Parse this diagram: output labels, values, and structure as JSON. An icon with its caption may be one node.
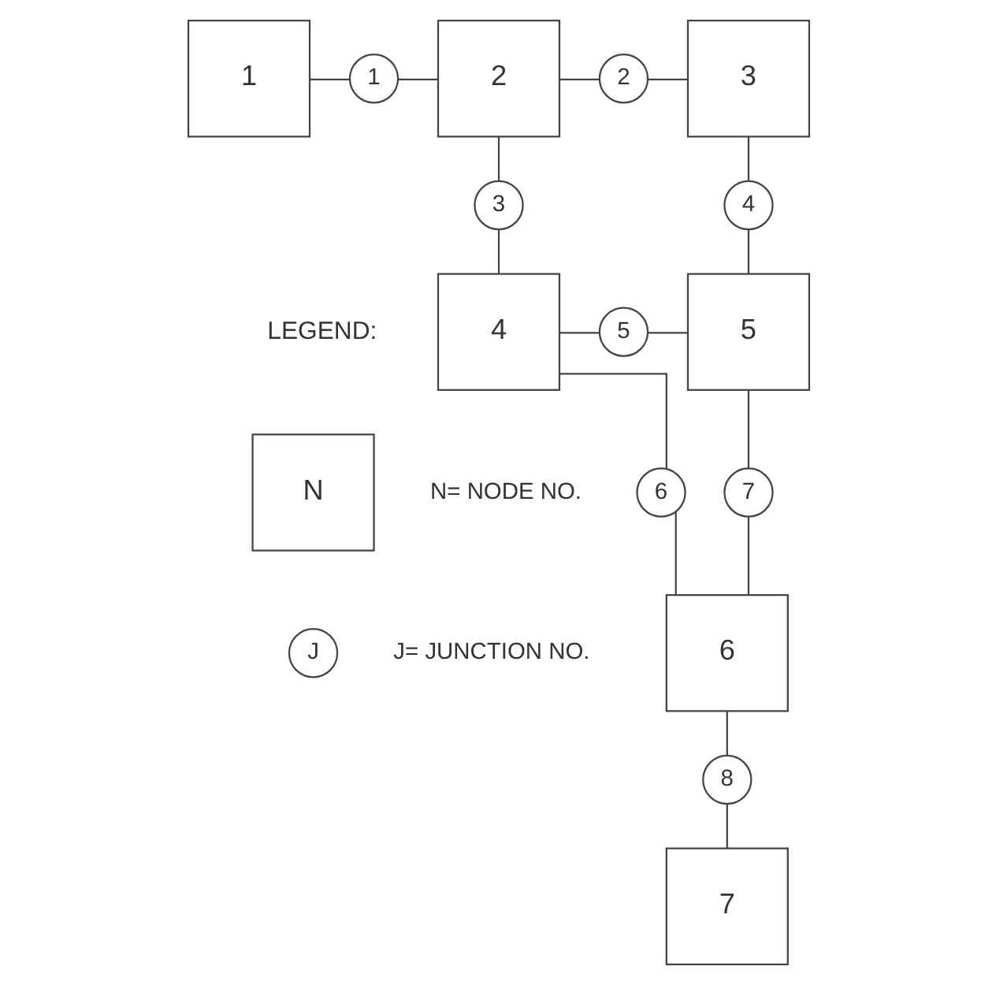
{
  "diagram": {
    "nodes": [
      {
        "text": [
          "1"
        ]
      },
      {
        "text": [
          "1"
        ]
      },
      {
        "text": [
          "2"
        ]
      },
      {
        "text": [
          "2"
        ]
      },
      {
        "text": [
          "3"
        ]
      },
      {
        "text": [
          "3"
        ]
      },
      {
        "text": [
          "4"
        ]
      },
      {
        "text": [
          "4"
        ]
      },
      {
        "text": [
          "5"
        ]
      },
      {
        "text": [
          "5"
        ]
      },
      {
        "text": [
          "6"
        ]
      },
      {
        "text": [
          "7"
        ]
      },
      {
        "text": [
          "6"
        ]
      },
      {
        "text": [
          "8"
        ]
      },
      {
        "text": [
          "7"
        ]
      },
      {
        "text": [
          "N"
        ],
        "beside": [
          "N= NODE NO."
        ]
      },
      {
        "text": [
          "J"
        ],
        "beside": [
          "J= JUNCTION NO."
        ]
      }
    ],
    "edges": [
      {
        "from": 0,
        "to": 1,
        "arrow": "none"
      },
      {
        "from": 1,
        "to": 2,
        "arrow": "none"
      },
      {
        "from": 2,
        "to": 3,
        "arrow": "none"
      },
      {
        "from": 3,
        "to": 4,
        "arrow": "none"
      },
      {
        "from": 2,
        "to": 5,
        "arrow": "none"
      },
      {
        "from": 5,
        "to": 7,
        "arrow": "none"
      },
      {
        "from": 4,
        "to": 6,
        "arrow": "none"
      },
      {
        "from": 6,
        "to": 9,
        "arrow": "none"
      },
      {
        "from": 7,
        "to": 8,
        "arrow": "none"
      },
      {
        "from": 8,
        "to": 9,
        "arrow": "none"
      },
      {
        "from": 7,
        "to": 10,
        "arrow": "none"
      },
      {
        "from": 9,
        "to": 11,
        "arrow": "none"
      },
      {
        "from": 10,
        "to": 12,
        "arrow": "none"
      },
      {
        "from": 11,
        "to": 12,
        "arrow": "none"
      },
      {
        "from": 12,
        "to": 13,
        "arrow": "none"
      },
      {
        "from": 13,
        "to": 14,
        "arrow": "none"
      }
    ],
    "labels": [
      "LEGEND:"
    ]
  }
}
